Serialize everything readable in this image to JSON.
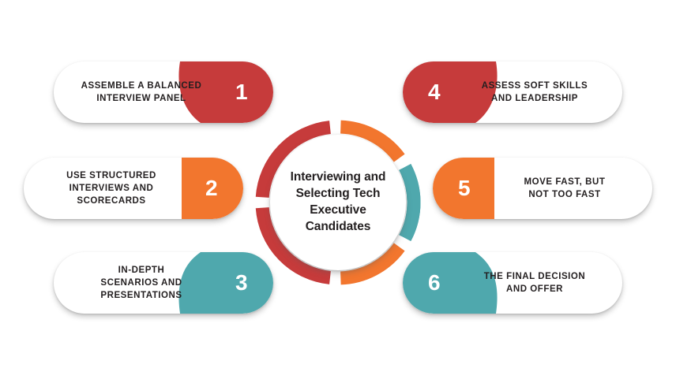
{
  "center": {
    "title_lines": [
      "Interviewing and",
      "Selecting Tech",
      "Executive",
      "Candidates"
    ],
    "title_plain": "Interviewing and Selecting Tech Executive Candidates"
  },
  "colors": {
    "red": "#C63B3B",
    "orange": "#F2762E",
    "teal": "#4FA8AD",
    "text": "#231f20",
    "card_bg": "#FFFFFF",
    "page_bg": "#FFFFFF"
  },
  "ring": {
    "segments": [
      {
        "name": "segment-1",
        "color": "#C63B3B",
        "start_deg": 186,
        "end_deg": 266
      },
      {
        "name": "segment-4",
        "color": "#C63B3B",
        "start_deg": 274,
        "end_deg": 354
      },
      {
        "name": "segment-2",
        "color": "#F2762E",
        "start_deg": 126,
        "end_deg": 178
      },
      {
        "name": "segment-5",
        "color": "#F2762E",
        "start_deg": 2,
        "end_deg": 54
      },
      {
        "name": "segment-3",
        "color": "#4FA8AD",
        "start_deg": 62,
        "end_deg": 118
      },
      {
        "name": "segment-6",
        "color": "#4FA8AD",
        "start_deg": 422,
        "end_deg": 478
      }
    ]
  },
  "steps": [
    {
      "number": "1",
      "color": "#C63B3B",
      "side": "left",
      "shape": "teardrop-down-right",
      "lines": [
        "ASSEMBLE A BALANCED",
        "INTERVIEW PANEL"
      ],
      "text_plain": "ASSEMBLE A BALANCED INTERVIEW PANEL"
    },
    {
      "number": "2",
      "color": "#F2762E",
      "side": "left",
      "shape": "half-circle-right",
      "lines": [
        "USE STRUCTURED",
        "INTERVIEWS AND",
        "SCORECARDS"
      ],
      "text_plain": "USE STRUCTURED INTERVIEWS AND SCORECARDS"
    },
    {
      "number": "3",
      "color": "#4FA8AD",
      "side": "left",
      "shape": "teardrop-up-right",
      "lines": [
        "IN-DEPTH",
        "SCENARIOS AND",
        "PRESENTATIONS"
      ],
      "text_plain": "IN-DEPTH SCENARIOS AND PRESENTATIONS"
    },
    {
      "number": "4",
      "color": "#C63B3B",
      "side": "right",
      "shape": "teardrop-down-left",
      "lines": [
        "ASSESS SOFT SKILLS",
        "AND LEADERSHIP"
      ],
      "text_plain": "ASSESS SOFT SKILLS AND LEADERSHIP"
    },
    {
      "number": "5",
      "color": "#F2762E",
      "side": "right",
      "shape": "half-circle-left",
      "lines": [
        "MOVE FAST, BUT",
        "NOT TOO FAST"
      ],
      "text_plain": "MOVE FAST, BUT NOT TOO FAST"
    },
    {
      "number": "6",
      "color": "#4FA8AD",
      "side": "right",
      "shape": "teardrop-up-left",
      "lines": [
        "THE FINAL DECISION",
        "AND OFFER"
      ],
      "text_plain": "THE FINAL DECISION AND OFFER"
    }
  ]
}
